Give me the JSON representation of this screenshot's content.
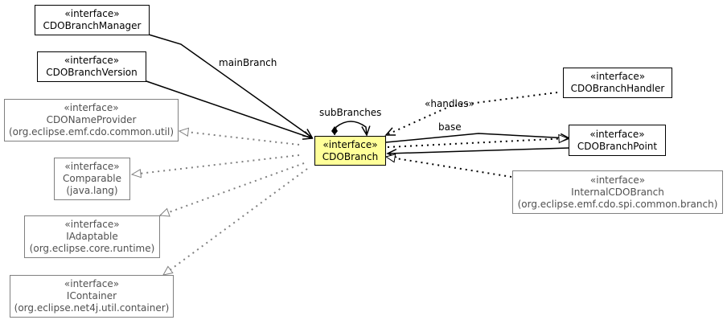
{
  "stereotype": "«interface»",
  "main": {
    "name": "CDOBranch"
  },
  "interfaces": {
    "branch_manager": {
      "name": "CDOBranchManager"
    },
    "branch_version": {
      "name": "CDOBranchVersion"
    },
    "name_provider": {
      "name": "CDONameProvider",
      "package": "(org.eclipse.emf.cdo.common.util)"
    },
    "comparable": {
      "name": "Comparable",
      "package": "(java.lang)"
    },
    "adaptable": {
      "name": "IAdaptable",
      "package": "(org.eclipse.core.runtime)"
    },
    "container": {
      "name": "IContainer",
      "package": "(org.eclipse.net4j.util.container)"
    },
    "branch_handler": {
      "name": "CDOBranchHandler"
    },
    "branch_point": {
      "name": "CDOBranchPoint"
    },
    "internal_branch": {
      "name": "InternalCDOBranch",
      "package": "(org.eclipse.emf.cdo.spi.common.branch)"
    }
  },
  "labels": {
    "main_branch": "mainBranch",
    "sub_branches": "subBranches",
    "handles": "«handles»",
    "base": "base"
  },
  "colors": {
    "main_fill": "#ffff99",
    "grey_border": "#808080"
  }
}
